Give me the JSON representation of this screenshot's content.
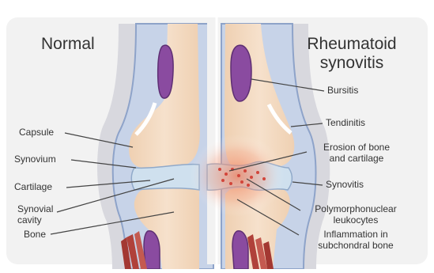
{
  "panels": {
    "normal_title": "Normal",
    "ra_title_line1": "Rheumatoid",
    "ra_title_line2": "synovitis"
  },
  "left_labels": {
    "capsule": "Capsule",
    "synovium": "Synovium",
    "cartilage": "Cartilage",
    "synovial_cavity_line1": "Synovial",
    "synovial_cavity_line2": "cavity",
    "bone": "Bone"
  },
  "right_labels": {
    "bursitis": "Bursitis",
    "tendinitis": "Tendinitis",
    "erosion_line1": "Erosion of bone",
    "erosion_line2": "and cartilage",
    "synovitis": "Synovitis",
    "pmn_line1": "Polymorphonuclear",
    "pmn_line2": "leukocytes",
    "inflammation_line1": "Inflammation in",
    "inflammation_line2": "subchondral bone"
  },
  "colors": {
    "background_panel": "#f3f3f3",
    "bone": "#f3d9bf",
    "capsule": "#c6d2e6",
    "capsule_edge": "#8ea3c9",
    "tendon": "#7a3c8e",
    "cartilage": "#cfe0ee",
    "muscle": "#b0413a",
    "inflammation": "#f08a6a",
    "leader_line": "#444444"
  }
}
